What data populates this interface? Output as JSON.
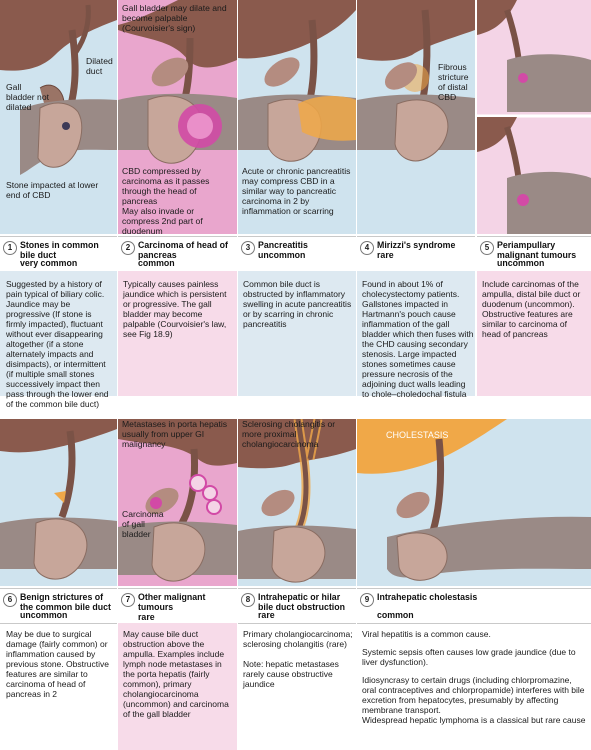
{
  "panels": [
    {
      "num": "1",
      "title": "Stones in common bile duct",
      "freq": "very common",
      "labels": [
        "Gall bladder not dilated",
        "Dilated duct",
        "Stone impacted at lower end of CBD"
      ],
      "desc": "Suggested by a history of pain typical of biliary colic. Jaundice may be progressive (If stone is firmly impacted), fluctuant without ever disappearing altogether (if a stone alternately impacts and disimpacts), or intermittent (if multiple small stones successively impact then pass through the lower end of the common bile duct)"
    },
    {
      "num": "2",
      "title": "Carcinoma of head of pancreas",
      "freq": "common",
      "labels": [
        "Gall bladder may dilate and become palpable (Courvoisier's sign)",
        "CBD compressed by carcinoma as it passes through the head of pancreas",
        "May also invade or compress 2nd part of duodenum"
      ],
      "desc": "Typically causes painless jaundice which is persistent or progressive. The gall bladder may become palpable (Courvoisier's law, see Fig 18.9)"
    },
    {
      "num": "3",
      "title": "Pancreatitis",
      "freq": "uncommon",
      "labels": [
        "Acute or chronic pancreatitis may compress CBD in a similar way to pancreatic carcinoma in 2 by inflammation or scarring"
      ],
      "desc": "Common bile duct is obstructed by inflammatory swelling in acute pancreatitis or by scarring in chronic pancreatitis"
    },
    {
      "num": "4",
      "title": "Mirizzi's syndrome",
      "freq": "rare",
      "labels": [
        "Fibrous stricture of distal CBD"
      ],
      "desc": "Found in about 1% of cholecystectomy patients. Gallstones impacted in Hartmann's pouch cause inflammation of the gall bladder which then fuses with the CHD causing secondary stenosis. Large impacted stones sometimes cause pressure necrosis of the adjoining duct walls leading to chole–choledochal fistula"
    },
    {
      "num": "5",
      "title": "Periampullary malignant tumours",
      "freq": "uncommon",
      "labels": [],
      "desc": "Include carcinomas of the ampulla, distal bile duct or duodenum (uncommon). Obstructive features are similar to carcinoma of head of pancreas"
    },
    {
      "num": "6",
      "title": "Benign strictures of the common bile duct",
      "freq": "uncommon",
      "labels": [],
      "desc": "May be due to surgical damage (fairly common) or inflammation caused by previous stone. Obstructive features are similar to carcinoma of head of pancreas in 2"
    },
    {
      "num": "7",
      "title": "Other malignant tumours",
      "freq": "rare",
      "labels": [
        "Metastases in porta hepatis usually from upper GI malignancy",
        "Carcinoma of gall bladder"
      ],
      "desc": "May cause bile duct obstruction above the ampulla. Examples include lymph node metastases in the porta hepatis (fairly common), primary cholangiocarcinoma (uncommon) and carcinoma of the gall bladder"
    },
    {
      "num": "8",
      "title": "Intrahepatic or hilar bile duct obstruction",
      "freq": "rare",
      "labels": [
        "Sclerosing cholangitis or more proximal cholangiocarcinoma"
      ],
      "desc": "Primary cholangiocarcinoma; sclerosing cholangitis (rare)\n\nNote: hepatic metastases rarely cause obstructive jaundice"
    },
    {
      "num": "9",
      "title": "Intrahepatic cholestasis",
      "freq": "common",
      "labels": [
        "CHOLESTASIS"
      ],
      "desc_paras": [
        "Viral hepatitis is a common cause.",
        "Systemic sepsis often causes low grade jaundice (due to liver dysfunction).",
        "Idiosyncrasy to certain drugs (including chlorpromazine, oral contraceptives and chlorpropamide) interferes with bile excretion from hepatocytes, presumably by affecting membrane transport.",
        "Widespread hepatic lymphoma is a classical but rare cause"
      ]
    }
  ],
  "colors": {
    "sky": "#cfe3ee",
    "pink": "#e9a6cd",
    "pinkLight": "#f4d4e6",
    "descBlue": "#dde9f1",
    "descPink": "#f7dbe9",
    "liver": "#8a5a4d",
    "duct": "#7a5246",
    "pancreas": "#c7a69a",
    "duodenum": "#9a8a86",
    "tumour": "#d24aa6",
    "orange": "#f0a848"
  }
}
